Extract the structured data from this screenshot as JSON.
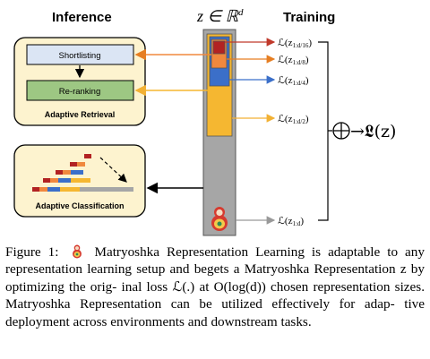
{
  "figure": {
    "inference_heading": "Inference",
    "training_heading": "Training",
    "embedding_label": "z ∈ ℝ",
    "embedding_sup": "d",
    "retrieval_box": {
      "title": "Adaptive Retrieval",
      "step1": "Shortlisting",
      "step2": "Re-ranking"
    },
    "classification_box": {
      "title": "Adaptive Classification"
    },
    "losses": [
      {
        "base": "ℒ(z",
        "sub": "1:d/16",
        "close": ")",
        "color": "#c0392b"
      },
      {
        "base": "ℒ(z",
        "sub": "1:d/8",
        "close": ")",
        "color": "#e67e22"
      },
      {
        "base": "ℒ(z",
        "sub": "1:d/4",
        "close": ")",
        "color": "#3b6fc9"
      },
      {
        "base": "ℒ(z",
        "sub": "1:d/2",
        "close": ")",
        "color": "#f2b134"
      },
      {
        "base": "ℒ(z",
        "sub": "1:d",
        "close": ")",
        "color": "#999999"
      }
    ],
    "total_loss": "→𝕷(z)"
  },
  "caption": {
    "label": "Figure 1:",
    "line1_rest": "Matryoshka Representation Learning is",
    "line2": "adaptable to any representation learning setup and begets",
    "line3": "a Matryoshka Representation z by optimizing the orig-",
    "line4": "inal loss ℒ(.) at O(log(d)) chosen representation sizes.",
    "line5": "Matryoshka Representation can be utilized effectively for adap-",
    "line6": "tive deployment across environments and downstream tasks."
  },
  "colors": {
    "red": "#b22222",
    "orange": "#f0883e",
    "blue": "#3b6fc9",
    "yellow": "#f5b731",
    "gray": "#a6a6a6",
    "box_fill": "#fdf3cf",
    "shortlist_fill": "#dbe5f4",
    "rerank_fill": "#9dc783"
  }
}
